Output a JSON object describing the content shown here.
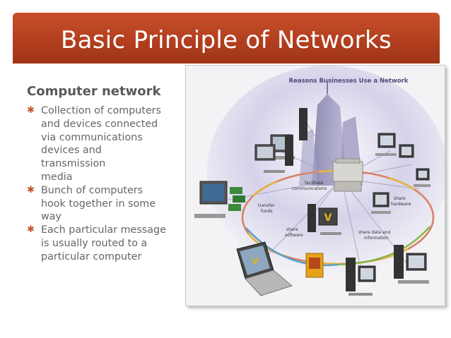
{
  "slide": {
    "title": "Basic Principle of Networks",
    "heading": "Computer network",
    "bullets": [
      {
        "lines": [
          "Collection of computers",
          "and devices connected",
          "via communications",
          "devices and",
          "transmission",
          "media"
        ]
      },
      {
        "lines": [
          "Bunch of computers",
          "hook together in some",
          "way"
        ]
      },
      {
        "lines": [
          "Each particular message",
          "is usually routed to a",
          "particular computer"
        ]
      }
    ],
    "bullet_icon": "asterisk-bullet-icon"
  },
  "figure": {
    "caption": "Reasons Businesses Use a Network",
    "labels": {
      "facilitate": "facilitate",
      "communications": "communications",
      "transfer": "transfer",
      "funds": "funds",
      "share_hw_1": "share",
      "share_hw_2": "hardware",
      "share_sw_1": "share",
      "share_sw_2": "software",
      "share_data_1": "share data and",
      "share_data_2": "information"
    }
  },
  "colors": {
    "title_bar": "#b5411f",
    "bullet_accent": "#c4552e",
    "text": "#666666",
    "heading": "#5a5a5a"
  }
}
